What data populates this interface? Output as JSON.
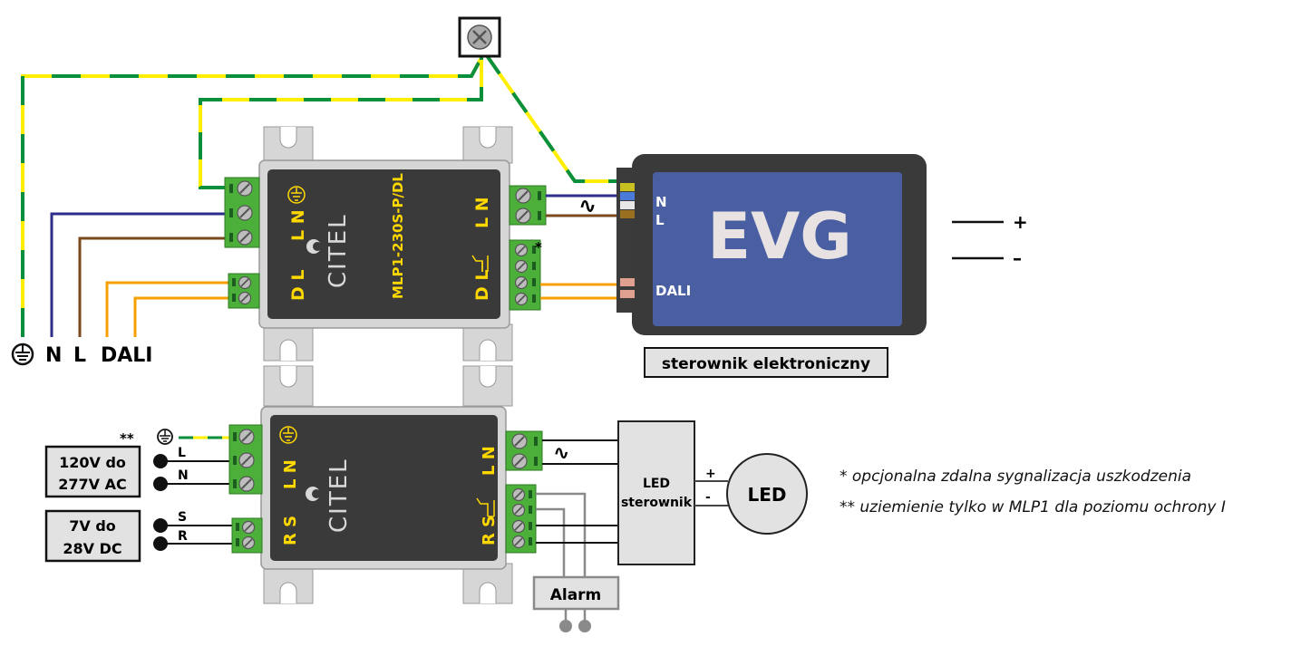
{
  "ground_symbol": "protective-earth-icon",
  "ground_terminal": {
    "icon": "screw-cross-icon"
  },
  "module_top": {
    "brand": "CITEL",
    "model": "MLP1-230S-P/DL",
    "left_labels": {
      "ln": "L N",
      "dl": "D L"
    },
    "right_labels": {
      "ln": "L N",
      "dl": "D L"
    },
    "ac_symbol": "∿",
    "footnote_marker": "*"
  },
  "module_bottom": {
    "brand": "CITEL",
    "left_labels": {
      "ln": "L N",
      "rs": "R S"
    },
    "right_labels": {
      "ln": "L N",
      "rs": "R S"
    },
    "ac_symbol": "∿"
  },
  "input_top_labels": {
    "n": "N",
    "l": "L",
    "dali": "DALI"
  },
  "evg": {
    "title": "EVG",
    "pin_n": "N",
    "pin_l": "L",
    "pin_dali": "DALI",
    "caption": "sterownik elektroniczny",
    "out_plus": "+",
    "out_minus": "–"
  },
  "bottom_inputs": {
    "ground_marker": "**",
    "ac_box": [
      "120V do",
      "277V AC"
    ],
    "ac_l": "L",
    "ac_n": "N",
    "dc_box": [
      "7V do",
      "28V DC"
    ],
    "dc_s": "S",
    "dc_r": "R"
  },
  "led_driver": {
    "line1": "LED",
    "line2": "sterownik",
    "plus": "+",
    "minus": "-"
  },
  "led": {
    "label": "LED"
  },
  "alarm": {
    "label": "Alarm"
  },
  "notes": [
    "* opcjonalna zdalna sygnalizacja uszkodzenia",
    "** uziemienie tylko w MLP1 dla poziomu ochrony I"
  ],
  "colors": {
    "earth_green": "#0a8f3c",
    "earth_yellow": "#ffee00",
    "neutral_blue": "#2e2c8c",
    "live_brown": "#7a4a1e",
    "dali_orange": "#f5a000",
    "module_dark": "#3a3a3a",
    "module_frame": "#d6d6d6",
    "terminal_green": "#4caf3a",
    "evg_blue": "#4a5fa2",
    "label_yellow": "#ffd800"
  }
}
